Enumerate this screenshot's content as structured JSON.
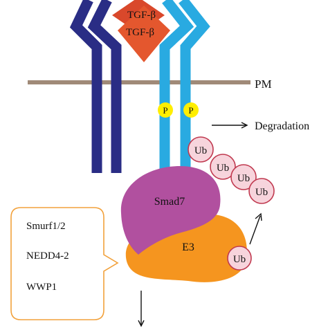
{
  "labels": {
    "ligand_back": "TGF-β",
    "ligand_front": "TGF-β",
    "membrane": "PM",
    "phospho": "P",
    "degradation": "Degradation",
    "smad7": "Smad7",
    "e3": "E3",
    "ub": "Ub"
  },
  "e3_ligases": [
    "Smurf1/2",
    "NEDD4-2",
    "WWP1"
  ],
  "colors": {
    "receptor_type2": "#2a2d85",
    "receptor_type1": "#29aae1",
    "ligand_back": "#d9482b",
    "ligand_front": "#e4572e",
    "membrane": "#a08a78",
    "phospho": "#ffee00",
    "smad7": "#b1509f",
    "e3": "#f5951f",
    "ub_fill": "#f7d4dc",
    "ub_stroke": "#c0394f",
    "callout_stroke": "#f2a13b"
  }
}
